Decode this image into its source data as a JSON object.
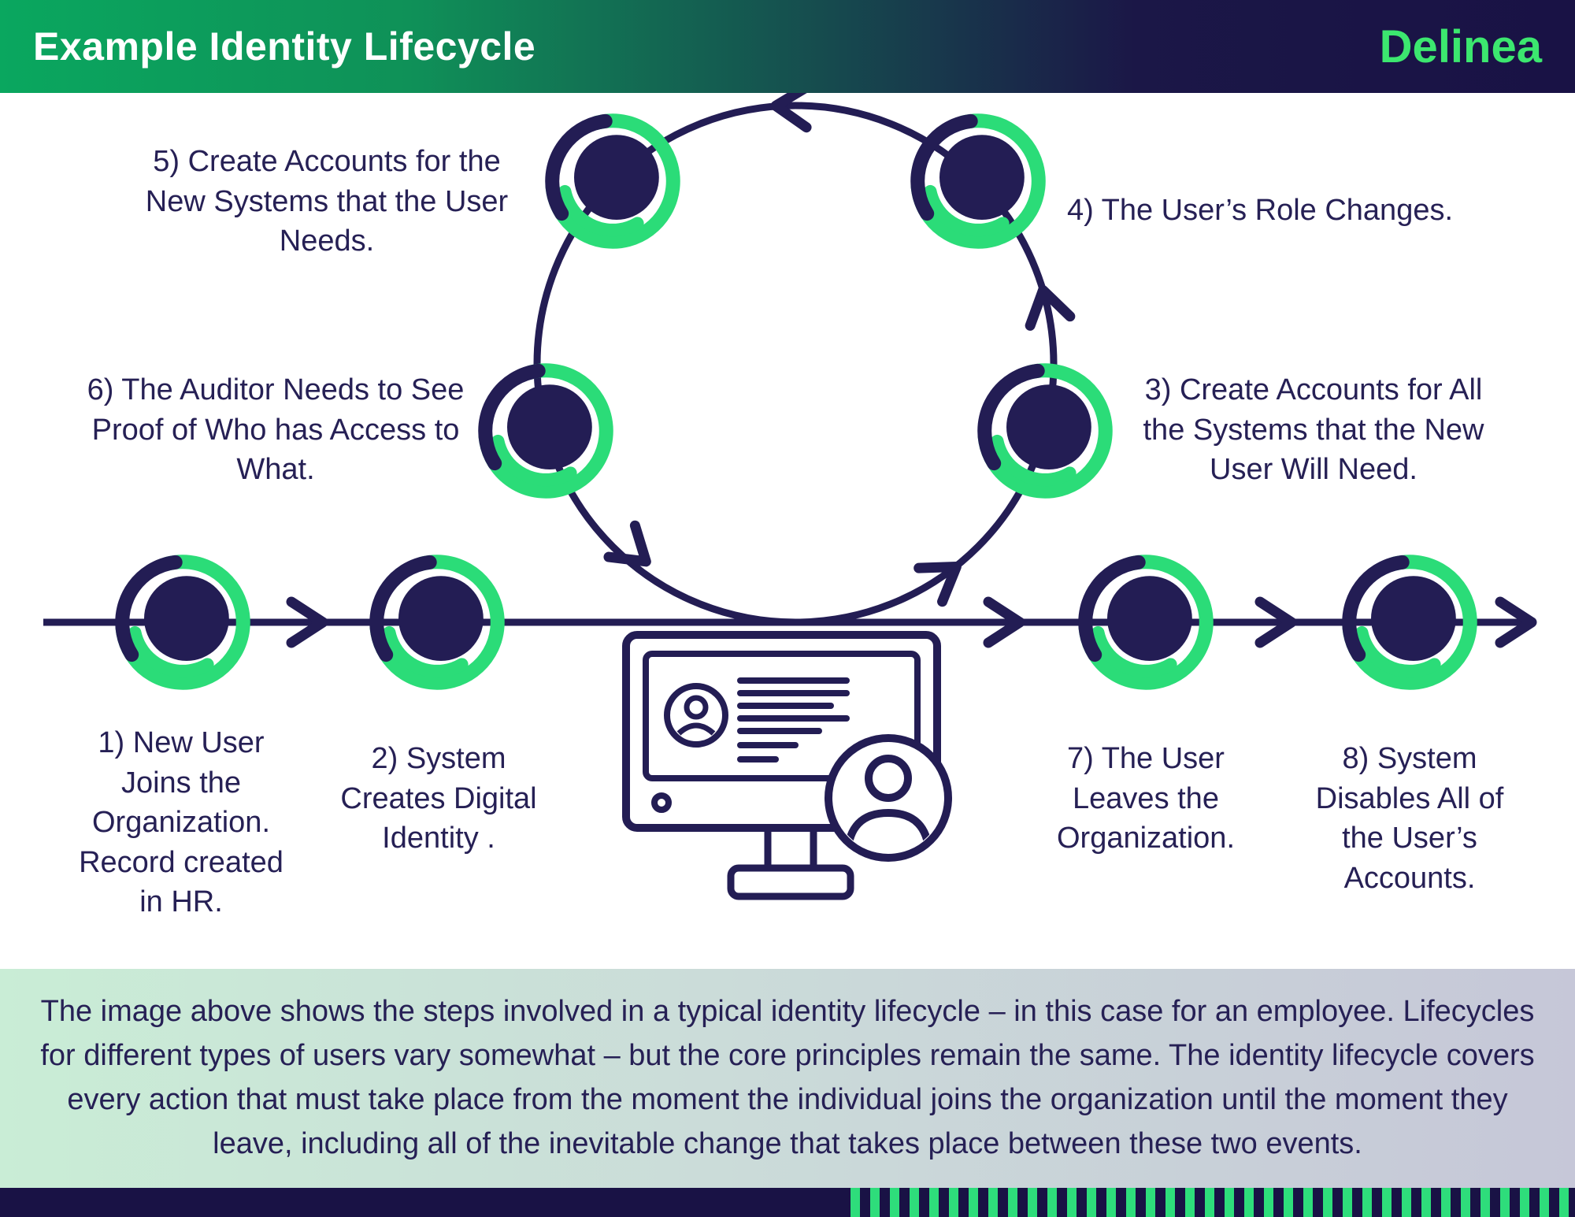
{
  "header": {
    "title": "Example Identity Lifecycle",
    "brand": "Delinea"
  },
  "steps": [
    {
      "id": 1,
      "label": "1) New User Joins the Organization. Record created in HR."
    },
    {
      "id": 2,
      "label": "2) System Creates Digital Identity ."
    },
    {
      "id": 3,
      "label": "3) Create Accounts for All the Systems that the New User Will Need."
    },
    {
      "id": 4,
      "label": "4) The User’s Role Changes."
    },
    {
      "id": 5,
      "label": "5) Create Accounts for the New Systems that the User Needs."
    },
    {
      "id": 6,
      "label": "6) The Auditor Needs to See Proof of Who has Access to What."
    },
    {
      "id": 7,
      "label": "7) The User Leaves the Organization."
    },
    {
      "id": 8,
      "label": "8) System Disables All of the User’s Accounts."
    }
  ],
  "description": {
    "text": "The image above shows the steps involved in a typical identity lifecycle – in this case for an employee. Lifecycles for different types of users vary somewhat – but the core principles remain the same. The identity lifecycle covers every action that must take place from the moment the individual joins the organization until the moment they leave, including all of the inevitable change that takes place between these two events."
  },
  "icons": {
    "node": "lifecycle-node-icon",
    "monitor": "monitor-identity-icon",
    "arrow": "flow-arrow-icon"
  },
  "colors": {
    "navy": "#231d54",
    "green": "#2bdc78",
    "brand_green": "#3ce76f",
    "header_gradient_start": "#0aa75f",
    "header_gradient_end": "#191245",
    "description_bg_start": "#c9edd6",
    "description_bg_end": "#c6c7d8"
  }
}
